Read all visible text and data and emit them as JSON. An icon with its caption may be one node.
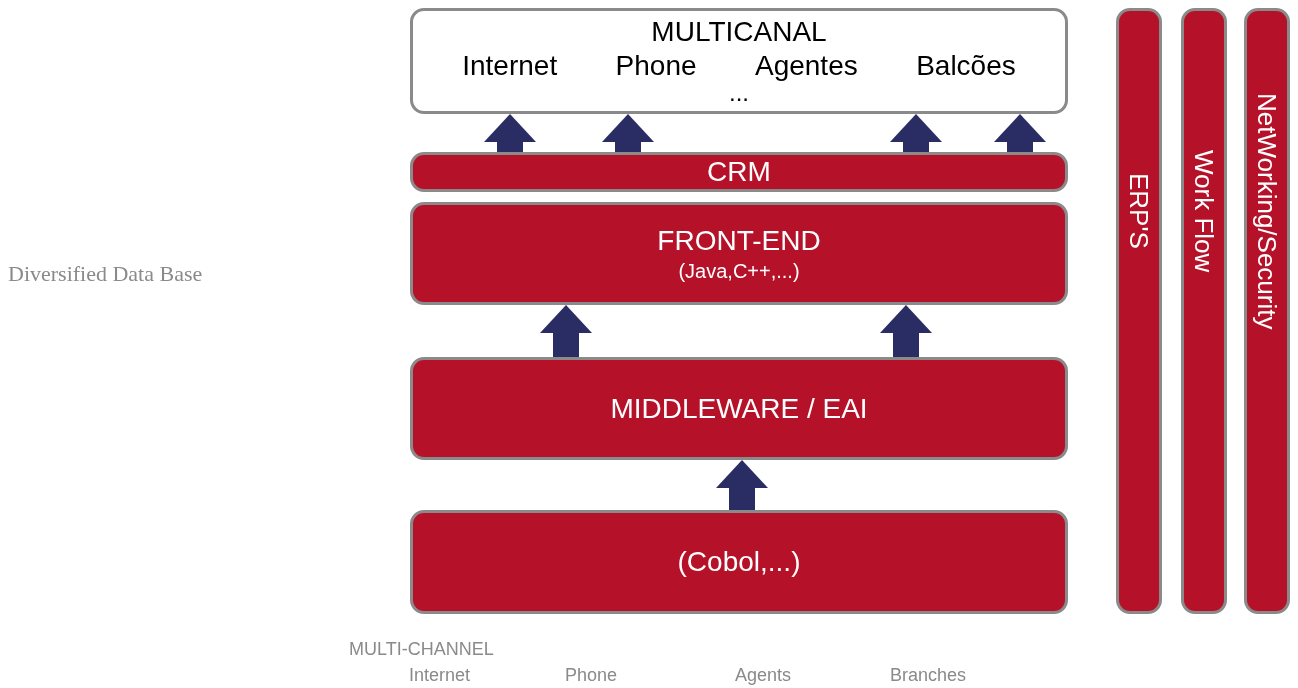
{
  "diagram": {
    "nodes": [
      {
        "text": [
          "MULTICANAL",
          "Internet",
          "Phone",
          "Agentes",
          "Balcões",
          "..."
        ]
      },
      {
        "text": [
          "CRM"
        ]
      },
      {
        "text": [
          "FRONT-END",
          "(Java,C++,...)"
        ]
      },
      {
        "text": [
          "MIDDLEWARE / EAI"
        ]
      },
      {
        "text": [
          "(Cobol,...)"
        ]
      },
      {
        "text": [
          "ERP'S"
        ]
      },
      {
        "text": [
          "Work Flow"
        ]
      },
      {
        "text": [
          "NetWorking/Security"
        ]
      }
    ],
    "edges": [
      {
        "from": 1,
        "to": 0,
        "arrow": "to"
      },
      {
        "from": 1,
        "to": 0,
        "arrow": "to"
      },
      {
        "from": 1,
        "to": 0,
        "arrow": "to"
      },
      {
        "from": 1,
        "to": 0,
        "arrow": "to"
      },
      {
        "from": 3,
        "to": 2,
        "arrow": "to"
      },
      {
        "from": 3,
        "to": 2,
        "arrow": "to"
      },
      {
        "from": 4,
        "to": 3,
        "arrow": "to"
      }
    ],
    "labels": [
      "Diversified Data Base",
      "MULTI-CHANNEL",
      "Internet",
      "Phone",
      "Agents",
      "Branches"
    ]
  }
}
